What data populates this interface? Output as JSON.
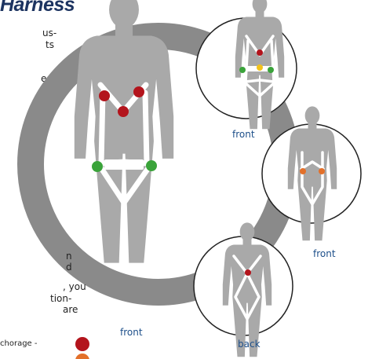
{
  "title": "Harness",
  "intro_fragments": [
    "us-",
    "ts",
    "e"
  ],
  "body_fragments": [
    "n",
    "d",
    ", you",
    "tion-",
    " are"
  ],
  "legend": {
    "label": "chorage -",
    "marker_colors": [
      "#b3141c",
      "#e3702a"
    ]
  },
  "captions": {
    "main": "front",
    "circle_top": "front",
    "circle_middle": "front",
    "circle_bottom": "back"
  },
  "colors": {
    "title": "#1d3461",
    "ring": "#8a8a8a",
    "figure": "#a9a9a9",
    "strap": "#ffffff",
    "red_point": "#b3141c",
    "green_point": "#3aa33a",
    "yellow_point": "#f2c21a",
    "orange_point": "#e3702a",
    "caption": "#1d4f8a"
  }
}
